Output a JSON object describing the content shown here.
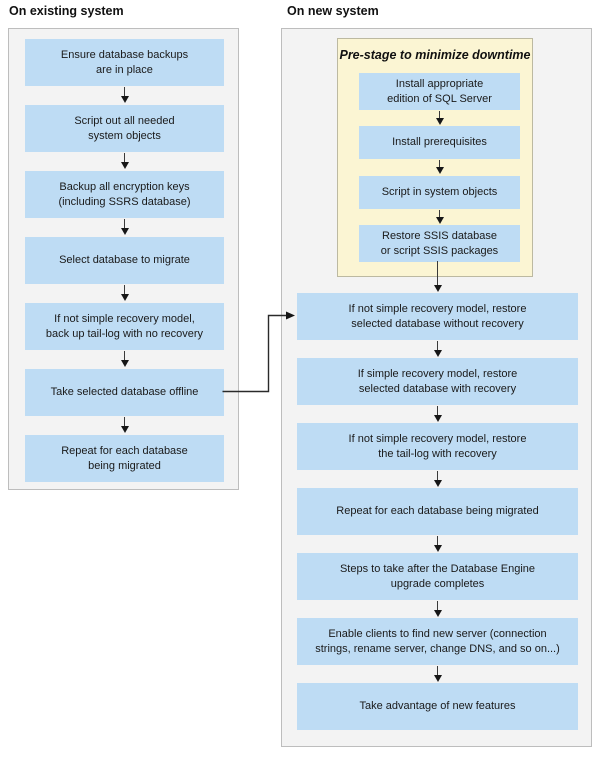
{
  "diagram": {
    "left_panel": {
      "title": "On existing system",
      "steps": [
        "Ensure database backups\nare in place",
        "Script out all needed\nsystem objects",
        "Backup all encryption keys\n(including SSRS database)",
        "Select database to migrate",
        "If not simple recovery model,\nback up tail-log with no recovery",
        "Take selected database offline",
        "Repeat for each database\nbeing migrated"
      ]
    },
    "right_panel": {
      "title": "On new system",
      "prestage": {
        "title": "Pre-stage to minimize downtime",
        "steps": [
          "Install appropriate\nedition of SQL Server",
          "Install prerequisites",
          "Script in system objects",
          "Restore SSIS database\nor script SSIS packages"
        ]
      },
      "steps": [
        "If not simple recovery model, restore\nselected database without recovery",
        "If simple recovery model, restore\nselected database with recovery",
        "If not simple recovery model, restore\nthe tail-log with recovery",
        "Repeat for each database being migrated",
        "Steps to take after the Database Engine\nupgrade completes",
        "Enable clients to find new server (connection\nstrings, rename server, change DNS, and so on...)",
        "Take advantage of new features"
      ]
    },
    "colors": {
      "step_fill": "#bedcf4",
      "prestage_fill": "#fbf5d3",
      "prestage_border": "#bcb9a1",
      "panel_fill": "#f3f3f3",
      "panel_border": "#bdbdbd",
      "connector": "#1a1a1a",
      "text": "#1a1a1a"
    }
  }
}
